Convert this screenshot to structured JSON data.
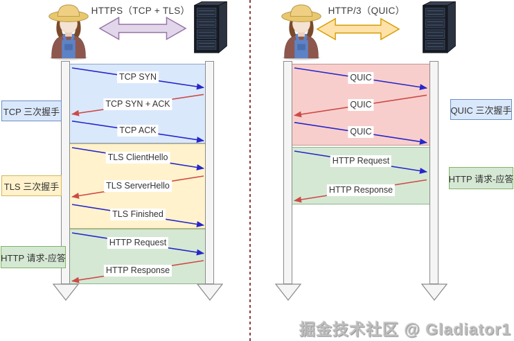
{
  "watermark": "掘金技术社区 @ Gladiator1",
  "divider_color": "#8b3d3d",
  "colors": {
    "message_blue": "#2626c9",
    "message_red": "#cc4b47",
    "lifeline_fill": "#f5f5f5",
    "lifeline_border": "#8a8a8a",
    "left_link_arrow_fill": "#e2d6eb",
    "left_link_arrow_border": "#9673a6",
    "right_link_arrow_fill": "#ffe2a9",
    "right_link_arrow_border": "#d79b00"
  },
  "panels": [
    {
      "title": "HTTPS（TCP + TLS）",
      "client_icon": "farmer-user",
      "server_icon": "server-rack",
      "sections": [
        {
          "side_label": "TCP 三次握手",
          "fill": "#dae8fc",
          "border": "#8fa7c7",
          "messages": [
            {
              "text": "TCP SYN",
              "dir": "ltr",
              "color": "blue"
            },
            {
              "text": "TCP SYN + ACK",
              "dir": "rtl",
              "color": "red"
            },
            {
              "text": "TCP ACK",
              "dir": "ltr",
              "color": "blue"
            }
          ]
        },
        {
          "side_label": "TLS 三次握手",
          "fill": "#fff2cc",
          "border": "#cdb777",
          "messages": [
            {
              "text": "TLS ClientHello",
              "dir": "ltr",
              "color": "blue"
            },
            {
              "text": "TLS ServerHello",
              "dir": "rtl",
              "color": "red"
            },
            {
              "text": "TLS Finished",
              "dir": "ltr",
              "color": "blue"
            }
          ]
        },
        {
          "side_label": "HTTP 请求-应答",
          "fill": "#d5e8d4",
          "border": "#8fb68e",
          "messages": [
            {
              "text": "HTTP Request",
              "dir": "ltr",
              "color": "blue"
            },
            {
              "text": "HTTP Response",
              "dir": "rtl",
              "color": "red"
            }
          ]
        }
      ]
    },
    {
      "title": "HTTP/3（QUIC）",
      "client_icon": "farmer-user",
      "server_icon": "server-rack",
      "sections": [
        {
          "side_label": "QUIC 三次握手",
          "fill": "#f8cecc",
          "border": "#c49593",
          "messages": [
            {
              "text": "QUIC",
              "dir": "ltr",
              "color": "blue"
            },
            {
              "text": "QUIC",
              "dir": "rtl",
              "color": "red"
            },
            {
              "text": "QUIC",
              "dir": "ltr",
              "color": "blue"
            }
          ]
        },
        {
          "side_label": "HTTP 请求-应答",
          "fill": "#d5e8d4",
          "border": "#8fb68e",
          "messages": [
            {
              "text": "HTTP Request",
              "dir": "ltr",
              "color": "blue"
            },
            {
              "text": "HTTP Response",
              "dir": "rtl",
              "color": "red"
            }
          ]
        }
      ]
    }
  ]
}
